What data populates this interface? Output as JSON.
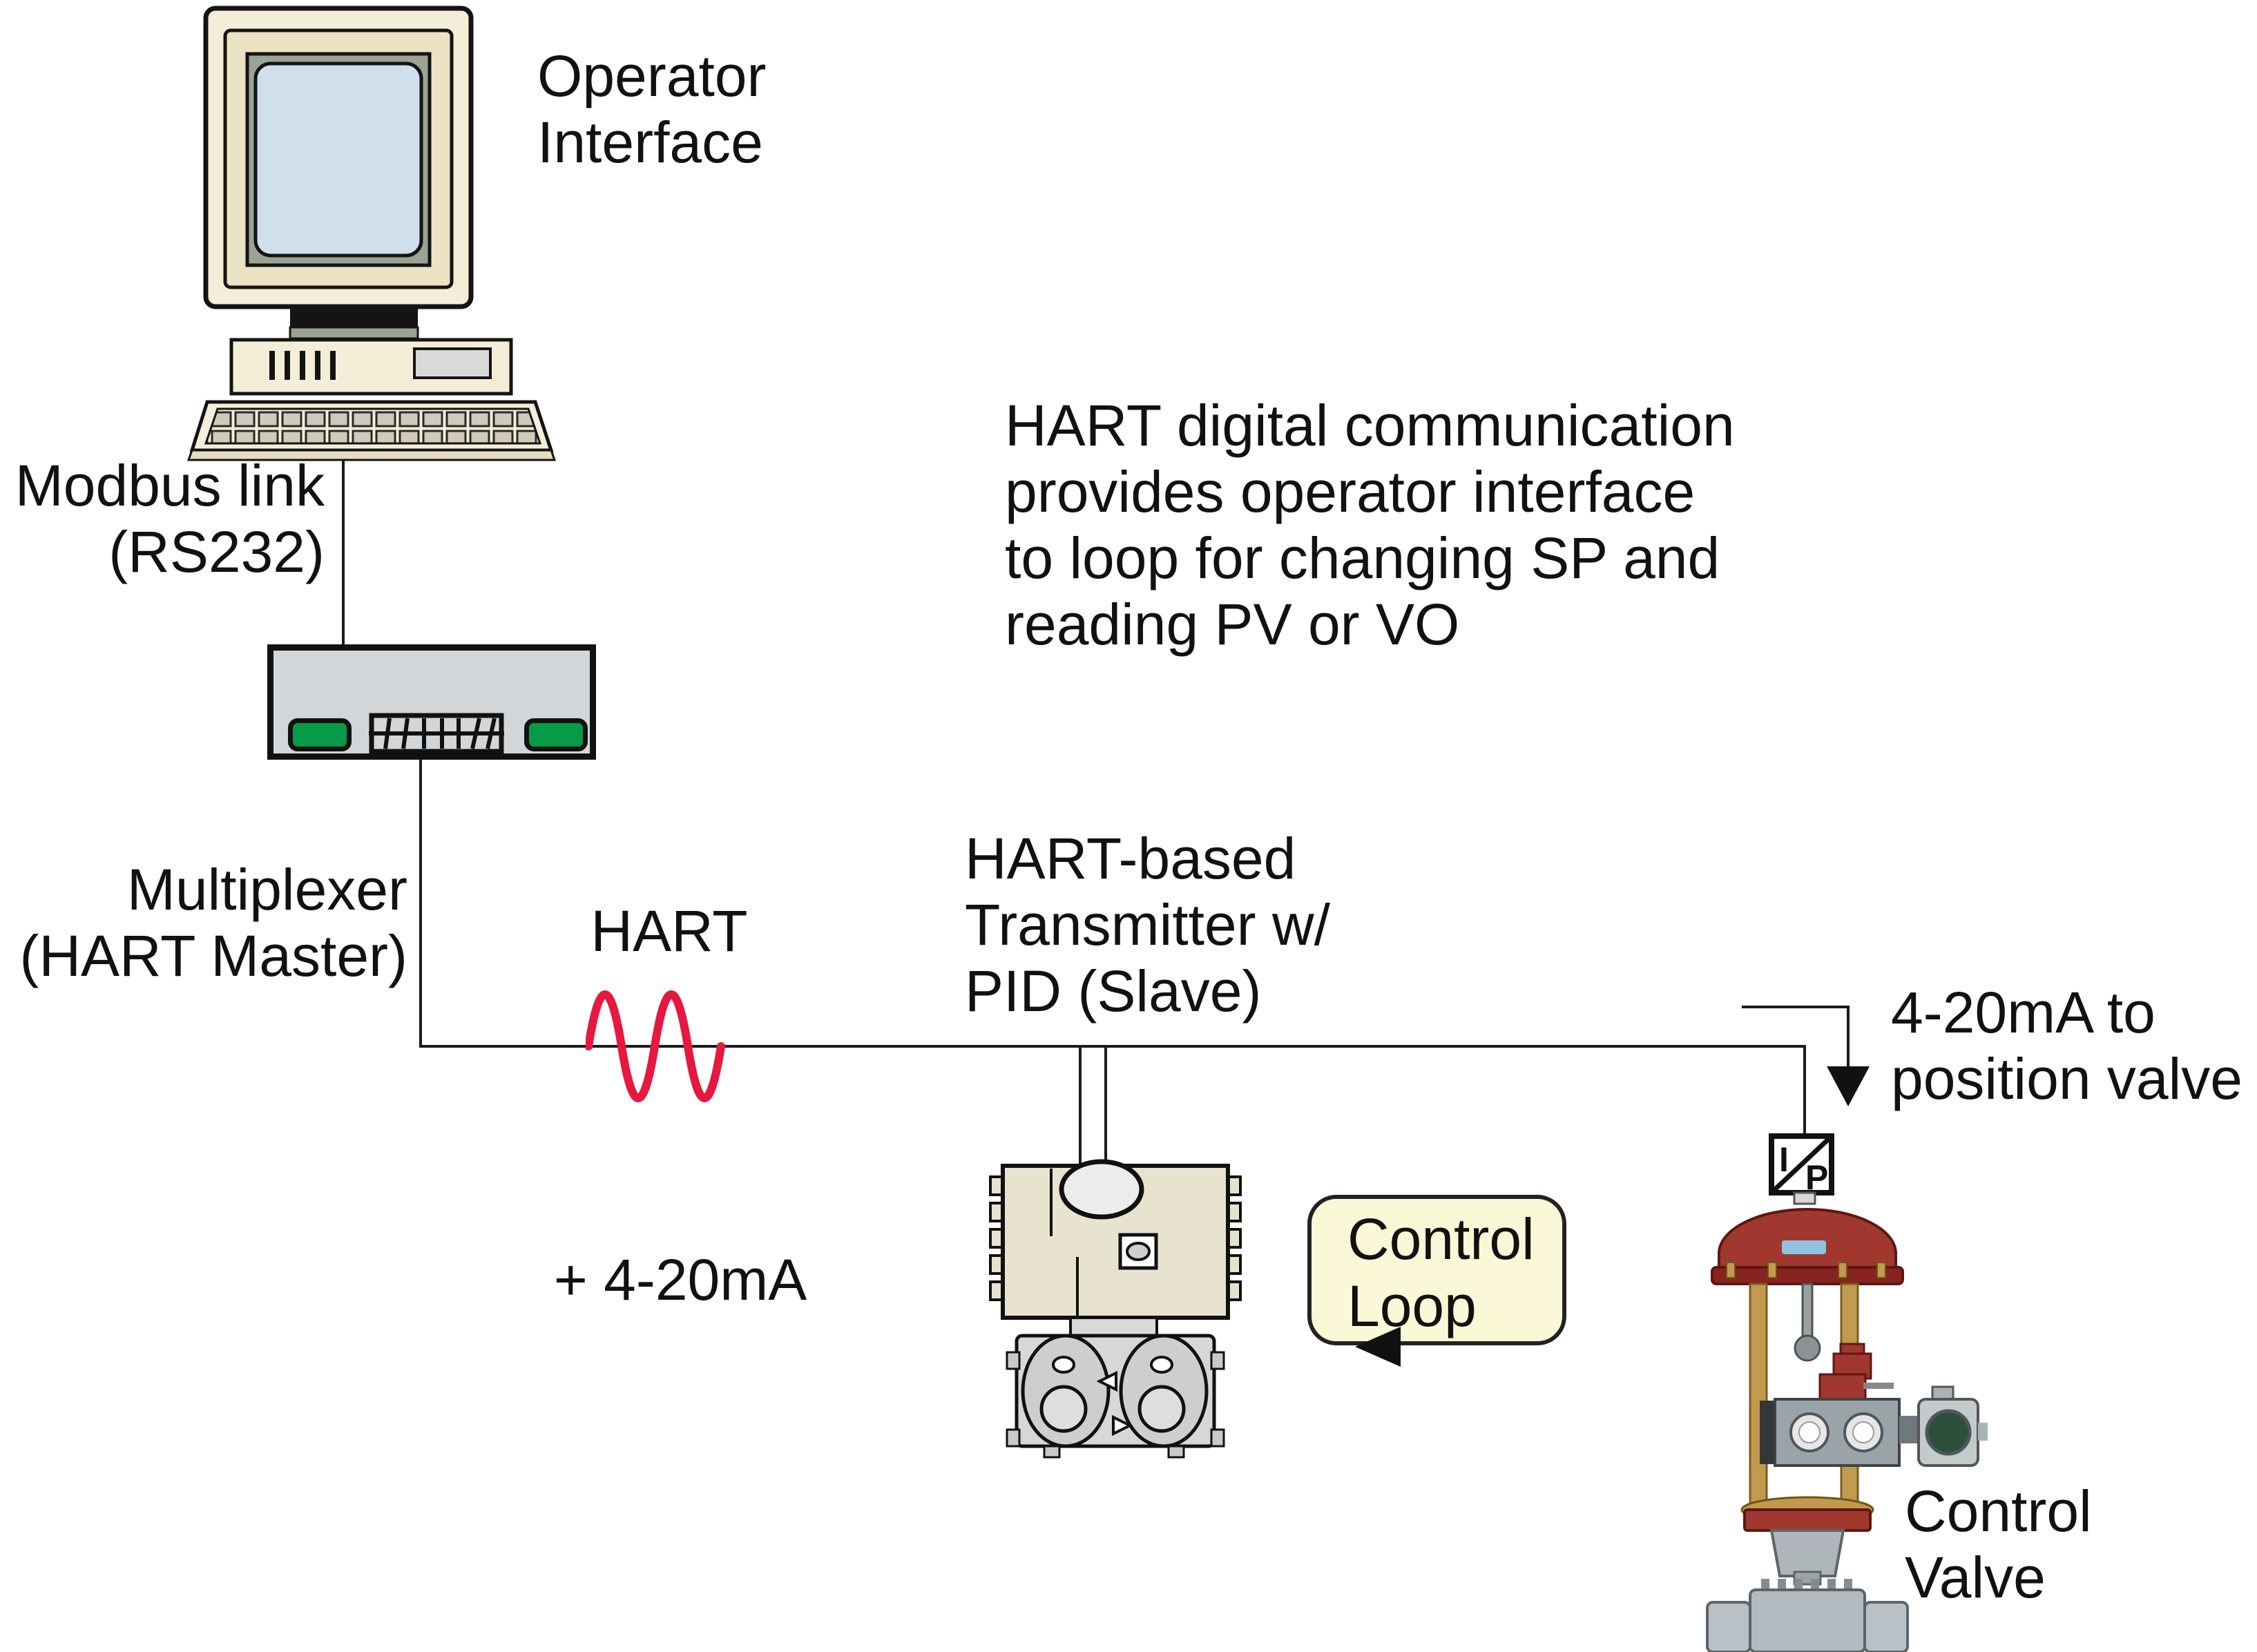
{
  "labels": {
    "operator_interface": {
      "line1": "Operator",
      "line2": "Interface"
    },
    "modbus_link": {
      "line1": "Modbus link",
      "line2": "(RS232)"
    },
    "multiplexer": {
      "line1": "Multiplexer",
      "line2": "(HART Master)"
    },
    "hart": "HART",
    "hart_plus_current": "+ 4-20mA",
    "note": {
      "line1": "HART digital communication",
      "line2": "provides operator interface",
      "line3": "to loop for changing SP and",
      "line4": "reading PV or VO"
    },
    "transmitter": {
      "line1": "HART-based",
      "line2": "Transmitter w/",
      "line3": "PID (Slave)"
    },
    "control_loop": {
      "line1": "Control",
      "line2": "Loop"
    },
    "valve_signal": {
      "line1": "4-20mA to",
      "line2": "position valve"
    },
    "control_valve": {
      "line1": "Control",
      "line2": "Valve"
    },
    "ip_converter": {
      "current": "I",
      "pressure": "P"
    }
  },
  "colors": {
    "text": "#111111",
    "wire": "#1a1a1a",
    "hart_wave": "#e6183f",
    "mux_fill": "#d2d6d9",
    "mux_led": "#069a49",
    "loop_box_fill": "#fbf8d8",
    "computer_beige": "#f4eed8",
    "monitor_screen": "#cfe0ec",
    "transmitter_housing": "#e8e3cf",
    "valve_red": "#a03830",
    "valve_brass": "#c19a4e"
  }
}
